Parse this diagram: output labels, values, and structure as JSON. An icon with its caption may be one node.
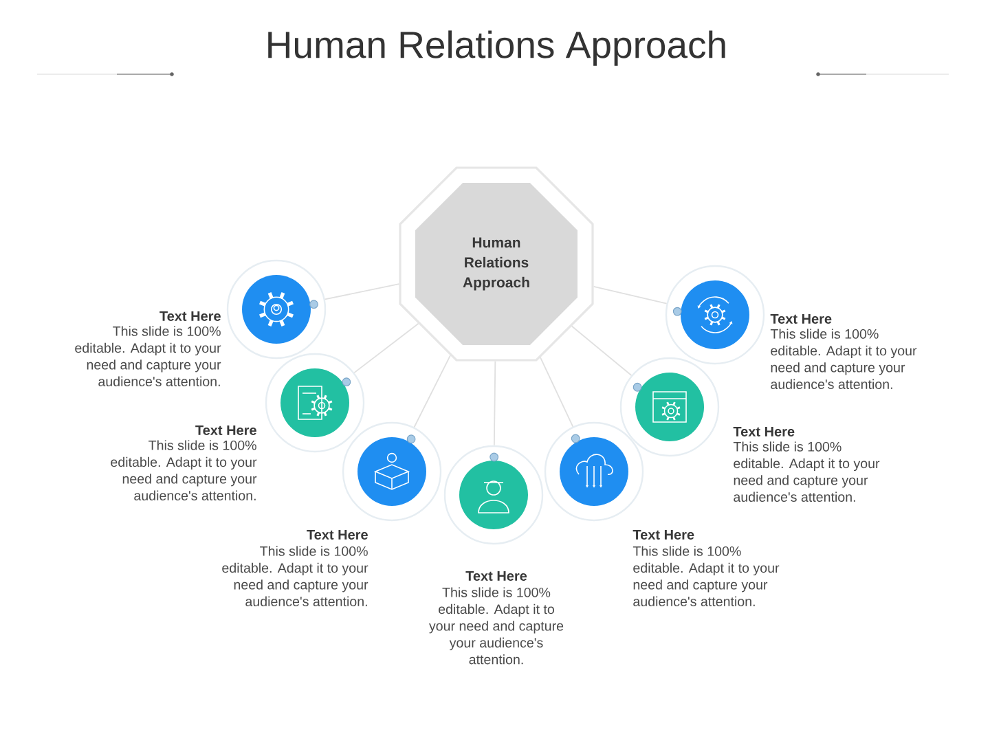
{
  "diagram": {
    "title": "Human Relations Approach",
    "nodes": [
      {
        "text": [
          "Human Relations Approach"
        ]
      },
      {
        "text": [],
        "shape": "circle",
        "beside": [
          "Text Here",
          "This slide is 100% editable. Adapt it to your need and capture your audience's attention."
        ]
      },
      {
        "text": [],
        "shape": "circle",
        "beside": [
          "Text Here",
          "This slide is 100% editable. Adapt it to your need and capture your audience's attention."
        ]
      },
      {
        "text": [],
        "shape": "circle",
        "beside": [
          "Text Here",
          "This slide is 100% editable. Adapt it to your need and capture your audience's attention."
        ]
      },
      {
        "text": [],
        "shape": "circle",
        "beside": [
          "Text Here",
          "This slide is 100% editable. Adapt it to your need and capture your audience's attention."
        ]
      },
      {
        "text": [],
        "shape": "circle",
        "beside": [
          "Text Here",
          "This slide is 100% editable. Adapt it to your need and capture your audience's attention."
        ]
      },
      {
        "text": [],
        "shape": "circle",
        "beside": [
          "Text Here",
          "This slide is 100% editable. Adapt it to your need and capture your audience's attention."
        ]
      },
      {
        "text": [],
        "shape": "circle",
        "beside": [
          "Text Here",
          "This slide is 100% editable. Adapt it to your need and capture your audience's attention."
        ]
      }
    ],
    "edges": [
      {
        "from": 0,
        "to": 1,
        "arrow": "none"
      },
      {
        "from": 0,
        "to": 2,
        "arrow": "none"
      },
      {
        "from": 0,
        "to": 3,
        "arrow": "none"
      },
      {
        "from": 0,
        "to": 4,
        "arrow": "none"
      },
      {
        "from": 0,
        "to": 5,
        "arrow": "none"
      },
      {
        "from": 0,
        "to": 6,
        "arrow": "none"
      },
      {
        "from": 0,
        "to": 7,
        "arrow": "none"
      }
    ]
  }
}
